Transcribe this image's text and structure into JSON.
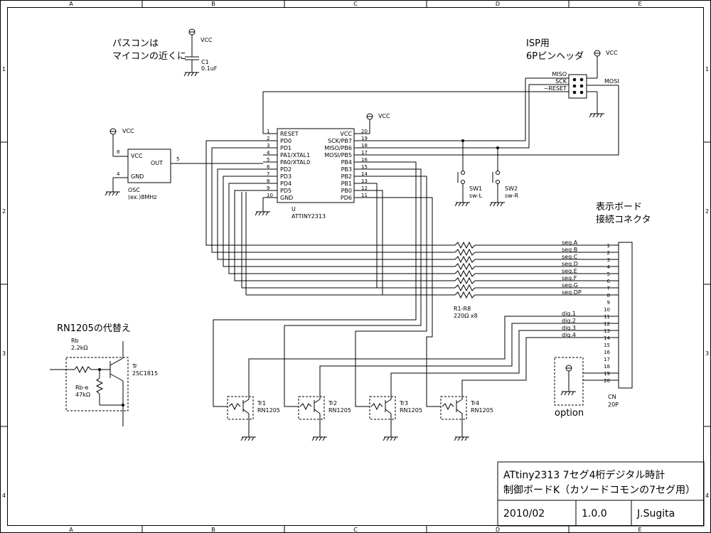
{
  "frame": {
    "col_labels": [
      "A",
      "B",
      "C",
      "D",
      "E"
    ],
    "row_labels": [
      "1",
      "2",
      "3",
      "4"
    ]
  },
  "notes": {
    "pasokon_line1": "パスコンは",
    "pasokon_line2": "マイコンの近くに",
    "isp_line1": "ISP用",
    "isp_line2": "6Pピンヘッダ",
    "display_line1": "表示ボード",
    "display_line2": "接続コネクタ",
    "rn1205_alt": "RN1205の代替え",
    "option": "option"
  },
  "power": {
    "vcc": "VCC"
  },
  "c1": {
    "ref": "C1",
    "value": "0.1uF"
  },
  "isp_header": {
    "miso": "MISO",
    "sck": "SCK",
    "reset": "~RESET",
    "mosi": "MOSI"
  },
  "mcu": {
    "ref": "U",
    "part": "ATTINY2313",
    "left_pins": [
      {
        "num": "1",
        "name": "RESET"
      },
      {
        "num": "2",
        "name": "PD0"
      },
      {
        "num": "3",
        "name": "PD1"
      },
      {
        "num": "4",
        "name": "PA1/XTAL1"
      },
      {
        "num": "5",
        "name": "PA0/XTAL0"
      },
      {
        "num": "6",
        "name": "PD2"
      },
      {
        "num": "7",
        "name": "PD3"
      },
      {
        "num": "8",
        "name": "PD4"
      },
      {
        "num": "9",
        "name": "PD5"
      },
      {
        "num": "10",
        "name": "GND"
      }
    ],
    "right_pins": [
      {
        "num": "20",
        "name": "VCC"
      },
      {
        "num": "19",
        "name": "SCK/PB7"
      },
      {
        "num": "18",
        "name": "MISO/PB6"
      },
      {
        "num": "17",
        "name": "MOSI/PB5"
      },
      {
        "num": "16",
        "name": "PB4"
      },
      {
        "num": "15",
        "name": "PB3"
      },
      {
        "num": "14",
        "name": "PB2"
      },
      {
        "num": "13",
        "name": "PB1"
      },
      {
        "num": "12",
        "name": "PB0"
      },
      {
        "num": "11",
        "name": "PD6"
      }
    ]
  },
  "osc": {
    "vcc": "VCC",
    "gnd": "GND",
    "out": "OUT",
    "pin8": "8",
    "pin4": "4",
    "pin5": "5",
    "ref": "OSC",
    "value": "(ex.)8MHz"
  },
  "switches": [
    {
      "ref": "SW1",
      "value": "sw-L"
    },
    {
      "ref": "SW2",
      "value": "sw-R"
    }
  ],
  "resistors": {
    "ref": "R1-R8",
    "value": "220Ω x8"
  },
  "connector": {
    "ref": "CN",
    "value": "20P",
    "pins": [
      "1",
      "2",
      "3",
      "4",
      "5",
      "6",
      "7",
      "8",
      "9",
      "10",
      "11",
      "12",
      "13",
      "14",
      "15",
      "16",
      "17",
      "18",
      "19",
      "20"
    ],
    "seg_labels": [
      "seg.A",
      "seg.B",
      "seg.C",
      "seg.D",
      "seg.E",
      "seg.F",
      "seg.G",
      "seg.DP"
    ],
    "dig_labels": [
      "dig.1",
      "dig.2",
      "dig.3",
      "dig.4"
    ]
  },
  "transistors": [
    {
      "ref": "Tr1",
      "part": "RN1205"
    },
    {
      "ref": "Tr2",
      "part": "RN1205"
    },
    {
      "ref": "Tr3",
      "part": "RN1205"
    },
    {
      "ref": "Tr4",
      "part": "RN1205"
    }
  ],
  "alt": {
    "rb_ref": "Rb",
    "rb_value": "2.2kΩ",
    "rbe_ref": "Rb-e",
    "rbe_value": "47kΩ",
    "tr_ref": "Tr",
    "tr_part": "2SC1815"
  },
  "title_block": {
    "title1": "ATtiny2313 7セグ4桁デジタル時計",
    "title2": "制御ボードK（カソードコモンの7セグ用）",
    "date": "2010/02",
    "version": "1.0.0",
    "author": "J.Sugita"
  }
}
